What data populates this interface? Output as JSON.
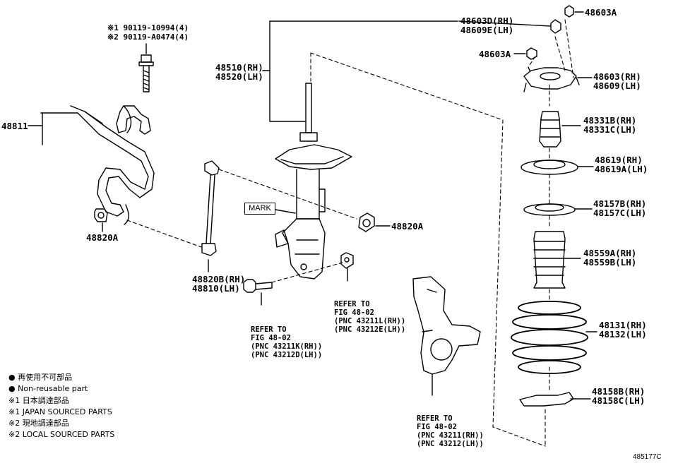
{
  "labels": {
    "bolt_note_1": "※1 90119-10994(4)",
    "bolt_note_2": "※2 90119-A0474(4)",
    "stabilizer_bar": "48811",
    "bushing_left": "48820A",
    "bushing_right": "48820A",
    "link_rh": "48820B(RH)",
    "link_lh": "48810(LH)",
    "strut_rh": "48510(RH)",
    "strut_lh": "48520(LH)",
    "mark": "MARK",
    "nut_d_rh": "48603D(RH)",
    "nut_e_lh": "48609E(LH)",
    "nut_a_top": "48603A",
    "nut_a_mid": "48603A",
    "support_rh": "48603(RH)",
    "support_lh": "48609(LH)",
    "bumper_rh": "48331B(RH)",
    "bumper_lh": "48331C(LH)",
    "seat_upper_rh": "48619(RH)",
    "seat_upper_lh": "48619A(LH)",
    "insulator_rh": "48157B(RH)",
    "insulator_lh": "48157C(LH)",
    "boot_rh": "48559A(RH)",
    "boot_lh": "48559B(LH)",
    "spring_rh": "48131(RH)",
    "spring_lh": "48132(LH)",
    "lower_insulator_rh": "48158B(RH)",
    "lower_insulator_lh": "48158C(LH)"
  },
  "refs": {
    "ref1": [
      "REFER TO",
      "FIG 48-02",
      "(PNC 43211K(RH))",
      "(PNC 43212D(LH))"
    ],
    "ref2": [
      "REFER TO",
      "FIG 48-02",
      "(PNC 43211L(RH))",
      "(PNC 43212E(LH))"
    ],
    "ref3": [
      "REFER TO",
      "FIG 48-02",
      "(PNC 43211(RH))",
      "(PNC 43212(LH))"
    ]
  },
  "legend": {
    "l1": "● 再使用不可部品",
    "l2": "● Non-reusable part",
    "l3": "※1 日本調達部品",
    "l4": "※1 JAPAN SOURCED PARTS",
    "l5": "※2 現地調達部品",
    "l6": "※2 LOCAL SOURCED PARTS"
  },
  "figure_id": "485177C",
  "icons": {
    "bullet": "●"
  }
}
